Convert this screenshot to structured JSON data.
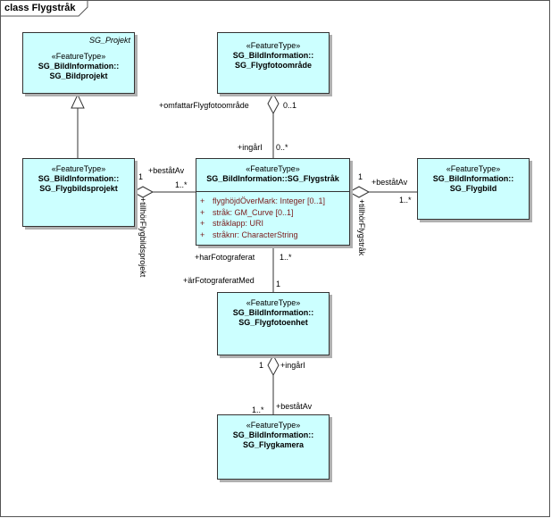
{
  "diagram": {
    "title": "class Flygstråk"
  },
  "classes": {
    "bildprojekt": {
      "abstract_label": "SG_Projekt",
      "stereotype": "«FeatureType»",
      "name_line1": "SG_BildInformation::",
      "name_line2": "SG_Bildprojekt"
    },
    "flygfotoomrade": {
      "stereotype": "«FeatureType»",
      "name_line1": "SG_BildInformation::",
      "name_line2": "SG_Flygfotoområde"
    },
    "flygbildsprojekt": {
      "stereotype": "«FeatureType»",
      "name_line1": "SG_BildInformation::",
      "name_line2": "SG_Flygbildsprojekt"
    },
    "flygstrak": {
      "stereotype": "«FeatureType»",
      "name": "SG_BildInformation::SG_Flygstråk",
      "attributes": [
        {
          "vis": "+",
          "text": "flyghöjdÖverMark: Integer [0..1]"
        },
        {
          "vis": "+",
          "text": "stråk: GM_Curve [0..1]"
        },
        {
          "vis": "+",
          "text": "stråklapp: URI"
        },
        {
          "vis": "+",
          "text": "stråknr: CharacterString"
        }
      ]
    },
    "flygbild": {
      "stereotype": "«FeatureType»",
      "name_line1": "SG_BildInformation::",
      "name_line2": "SG_Flygbild"
    },
    "flygfotoenhet": {
      "stereotype": "«FeatureType»",
      "name_line1": "SG_BildInformation::",
      "name_line2": "SG_Flygfotoenhet"
    },
    "flygkamera": {
      "stereotype": "«FeatureType»",
      "name_line1": "SG_BildInformation::",
      "name_line2": "SG_Flygkamera"
    }
  },
  "associations": {
    "omfattar_role": "+omfattarFlygfotoområde",
    "omfattar_mult": "0..1",
    "ingar_role_top": "+ingårI",
    "ingar_mult_top": "0..*",
    "bestar_left_role": "+beståtAv",
    "bestar_left_mult_a": "1",
    "bestar_left_mult_b": "1..*",
    "tillhor_projekt_role": "+tillhörFlygbildsprojekt",
    "bestar_right_role": "+beståtAv",
    "bestar_right_mult_a": "1",
    "bestar_right_mult_b": "1..*",
    "tillhor_strak_role": "+tillhörFlygstråk",
    "harFotograferat_role": "+harFotograferat",
    "harFotograferat_mult": "1..*",
    "arFotograferatMed_role": "+ärFotograferatMed",
    "arFotograferatMed_mult": "1",
    "ingar_role_bottom": "+ingårI",
    "ingar_mult_bottom": "1",
    "bestar_bottom_role": "+beståtAv",
    "bestar_bottom_mult": "1..*"
  }
}
